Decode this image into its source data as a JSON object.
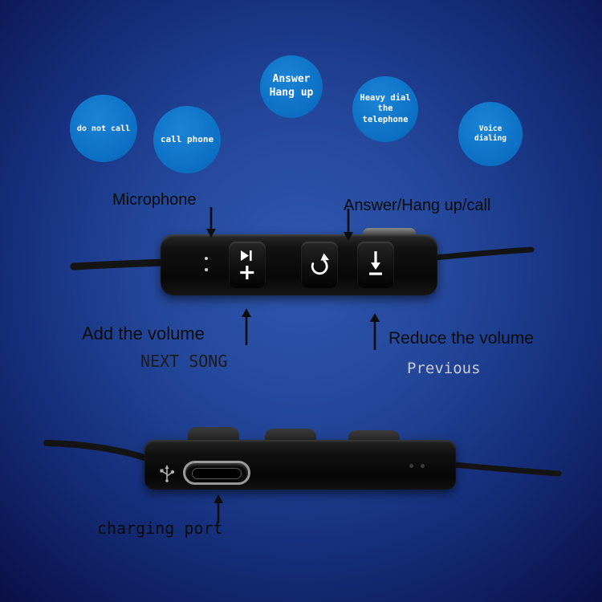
{
  "page": {
    "type": "annotated product image of bluetooth earphone inline remote"
  },
  "colors": {
    "background_center": "#2e58b0",
    "background_edge": "#0a1047",
    "bubble_fill": "#0d71c5",
    "bubble_text": "#ffffff",
    "annotation_text": "#0b0b0b",
    "previous_text": "#c9ccd4",
    "remote_body": "#0d0d0d"
  },
  "bubbles": [
    {
      "label": "do not call"
    },
    {
      "label": "call phone"
    },
    {
      "label": "Answer Hang up"
    },
    {
      "label": "Heavy dial the telephone"
    },
    {
      "label": "Voice dialing"
    }
  ],
  "annotations": {
    "microphone": "Microphone",
    "answer_hang_up_call": "Answer/Hang up/call",
    "add_the_volume": "Add the volume",
    "next_song": "NEXT SONG",
    "reduce_the_volume": "Reduce the volume",
    "previous": "Previous",
    "charging_port": "charging port"
  },
  "icons": {
    "volume_up_next": "next-track-plus-icon",
    "answer_button": "circular-arrow-redial-icon",
    "volume_down_previous": "down-arrow-bar-icon",
    "usb": "usb-trident-icon",
    "pointer": "black-arrow"
  }
}
